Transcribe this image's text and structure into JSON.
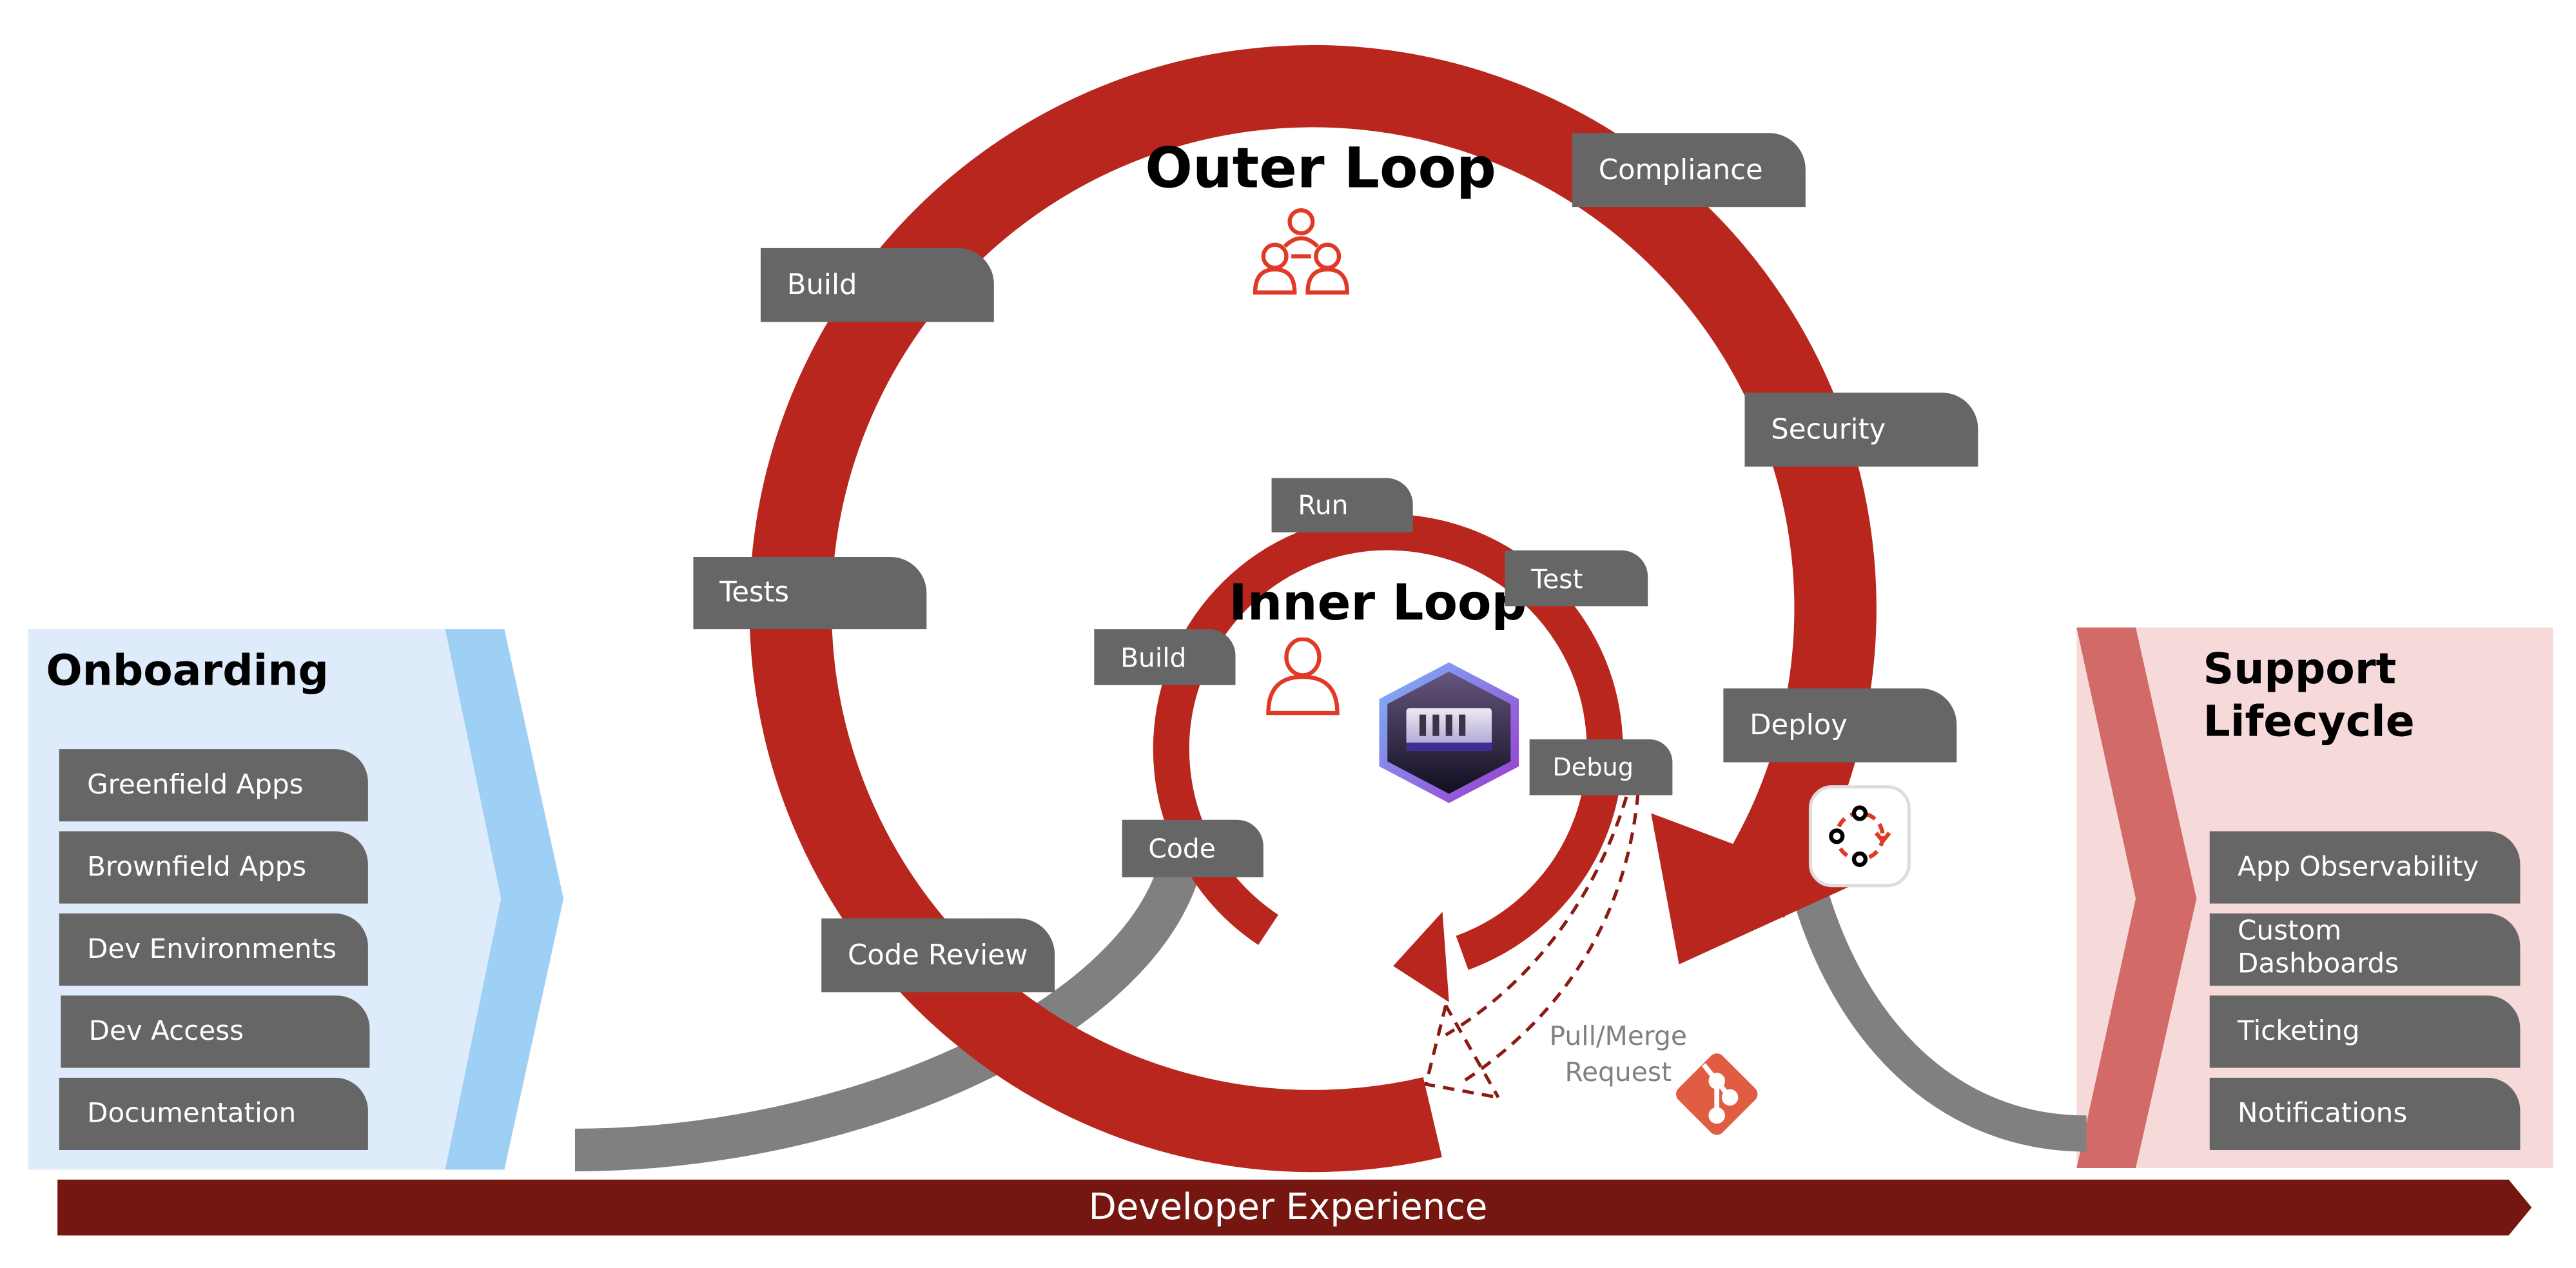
{
  "colors": {
    "loop_red": "#b8261d",
    "dark_red": "#761610",
    "grey_arc": "#808080",
    "tag_grey": "#666666",
    "onboarding_bg": "#deebfa",
    "onboarding_chevron": "#9ecff5",
    "support_bg": "#f6dada",
    "support_chevron": "#d26b68",
    "icon_red": "#e03a26",
    "git_orange": "#e05d44"
  },
  "outer_loop": {
    "title": "Outer Loop",
    "icon": "team-icon",
    "stages": [
      "Build",
      "Compliance",
      "Security",
      "Tests",
      "Deploy",
      "Code Review"
    ]
  },
  "inner_loop": {
    "title": "Inner Loop",
    "icon": "person-icon",
    "stages": [
      "Run",
      "Test",
      "Build",
      "Debug",
      "Code"
    ],
    "tool_icon": "container-hexagon-icon"
  },
  "pull_request": {
    "label_line1": "Pull/Merge",
    "label_line2": "Request",
    "icon": "git-icon"
  },
  "deploy_icon": "workflow-cycle-icon",
  "onboarding": {
    "title": "Onboarding",
    "items": [
      "Greenfield Apps",
      "Brownfield Apps",
      "Dev Environments",
      "Dev Access",
      "Documentation"
    ]
  },
  "support": {
    "title_line1": "Support",
    "title_line2": "Lifecycle",
    "items": [
      "App Observability",
      "Custom Dashboards",
      "Ticketing",
      "Notifications"
    ]
  },
  "banner": {
    "label": "Developer Experience"
  }
}
